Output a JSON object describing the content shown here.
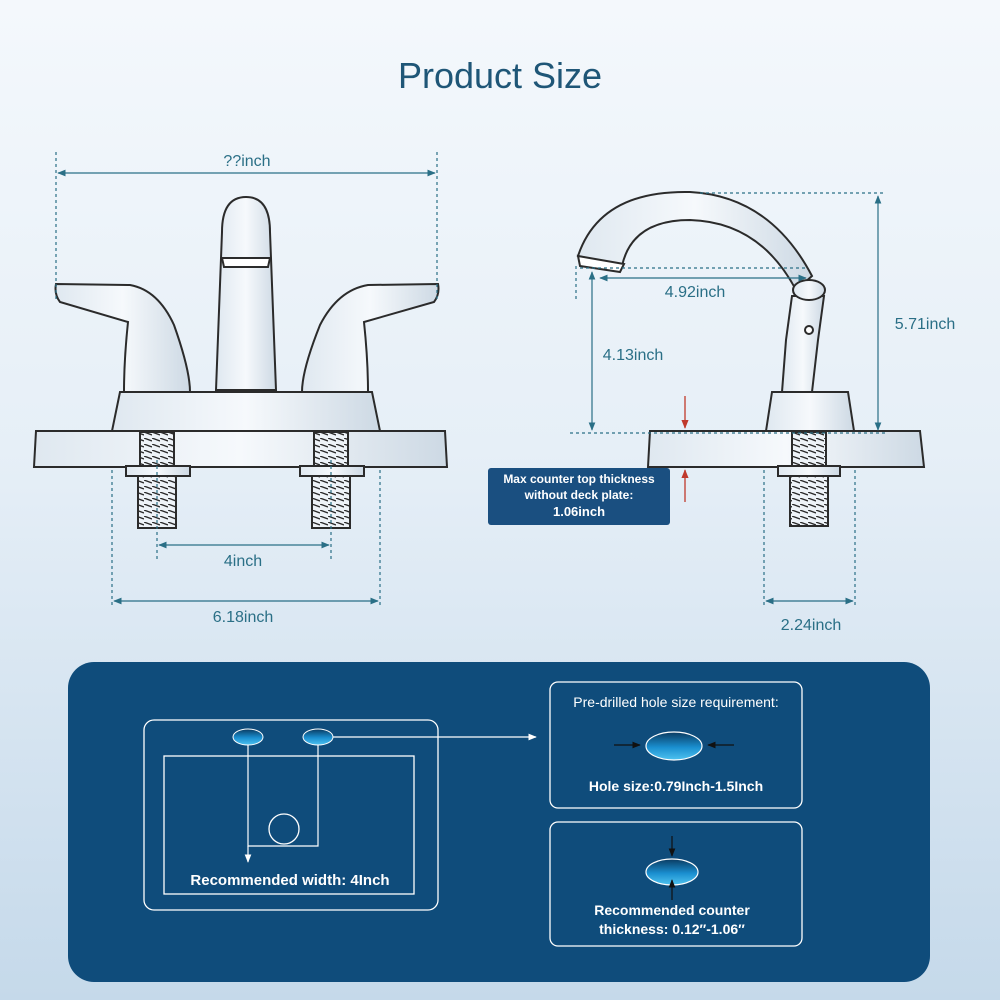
{
  "title": "Product Size",
  "front_view": {
    "overall_width": "??inch",
    "center_spacing": "4inch",
    "base_width": "6.18inch"
  },
  "side_view": {
    "reach": "4.92inch",
    "spout_height": "4.13inch",
    "total_height": "5.71inch",
    "base_depth": "2.24inch"
  },
  "counter_note": {
    "line1": "Max counter top thickness",
    "line2": "without deck plate:",
    "value": "1.06inch"
  },
  "install_panel": {
    "recommended_width": "Recommended width: 4Inch",
    "hole_title": "Pre-drilled hole size requirement:",
    "hole_size": "Hole size:0.79Inch-1.5Inch",
    "thickness_line1": "Recommended counter",
    "thickness_line2": "thickness:  0.12″-1.06″"
  },
  "colors": {
    "outline": "#2b2b2b",
    "dimension": "#2a6f86",
    "title": "#1f5677",
    "panel": "#0f4c7b",
    "note_box": "#1a4f80",
    "arrow_red": "#c0392b",
    "water": "#1e9ad6"
  }
}
